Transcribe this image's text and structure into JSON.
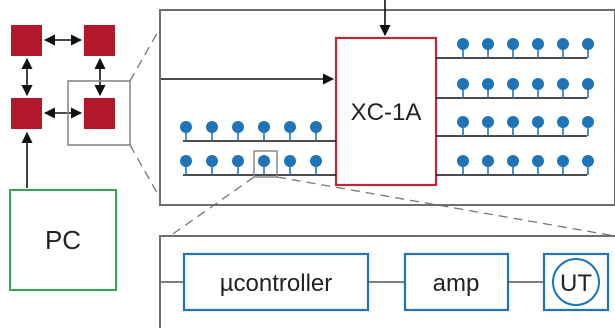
{
  "labels": {
    "chip": "XC-1A",
    "pc": "PC",
    "microcontroller": "µcontroller",
    "amp": "amp",
    "ut": "UT"
  },
  "colors": {
    "node_red": "#b3172b",
    "chip_border": "#c0283a",
    "pc_green": "#2fa84f",
    "blue": "#1f74b8",
    "frame_gray": "#6e6e6e",
    "line_black": "#111111"
  },
  "icons": {
    "sensor": "pin-node-icon",
    "arrow": "arrowhead-icon"
  }
}
